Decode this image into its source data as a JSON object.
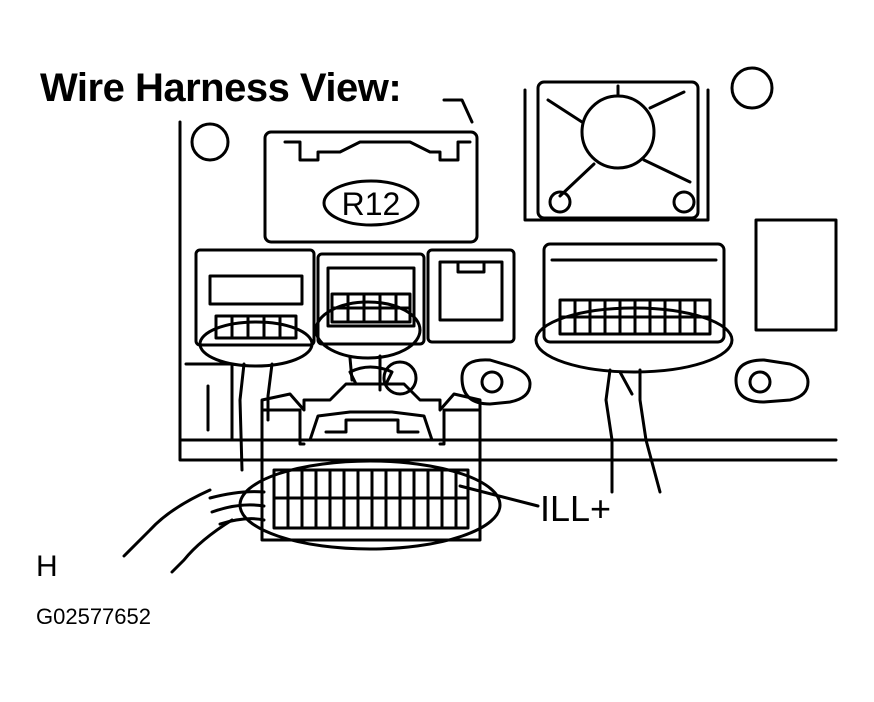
{
  "title": "Wire Harness View:",
  "connector_label": "R12",
  "terminal_label": "ILL+",
  "view_mark": "H",
  "figure_id": "G02577652"
}
